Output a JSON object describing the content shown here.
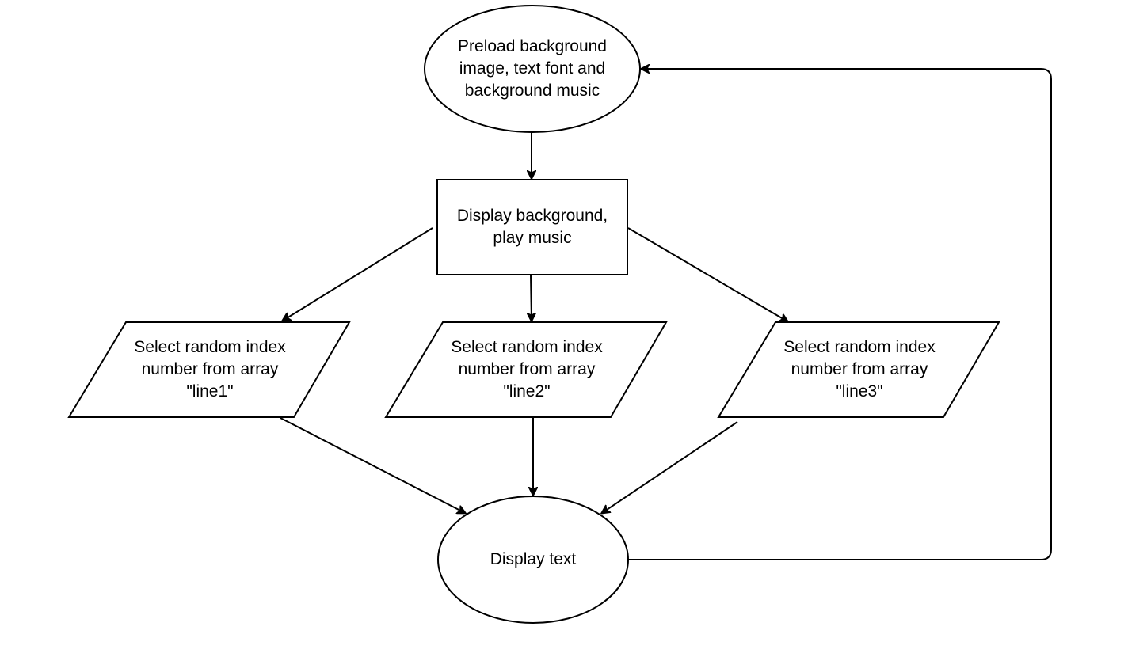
{
  "diagram": {
    "stroke_color": "#000000",
    "fill_color": "#ffffff",
    "nodes": {
      "preload": {
        "shape": "ellipse",
        "text": "Preload background\nimage, text font and\nbackground music"
      },
      "display_bg": {
        "shape": "rectangle",
        "text": "Display background,\nplay music"
      },
      "select_line1": {
        "shape": "parallelogram",
        "text": "Select random index\nnumber from array\n\"line1\""
      },
      "select_line2": {
        "shape": "parallelogram",
        "text": "Select random index\nnumber from array\n\"line2\""
      },
      "select_line3": {
        "shape": "parallelogram",
        "text": "Select random index\nnumber from array\n\"line3\""
      },
      "display_text": {
        "shape": "ellipse",
        "text": "Display text"
      }
    },
    "edges": [
      {
        "from": "preload",
        "to": "display_bg"
      },
      {
        "from": "display_bg",
        "to": "select_line1"
      },
      {
        "from": "display_bg",
        "to": "select_line2"
      },
      {
        "from": "display_bg",
        "to": "select_line3"
      },
      {
        "from": "select_line1",
        "to": "display_text"
      },
      {
        "from": "select_line2",
        "to": "display_text"
      },
      {
        "from": "select_line3",
        "to": "display_text"
      },
      {
        "from": "display_text",
        "to": "preload"
      }
    ]
  }
}
